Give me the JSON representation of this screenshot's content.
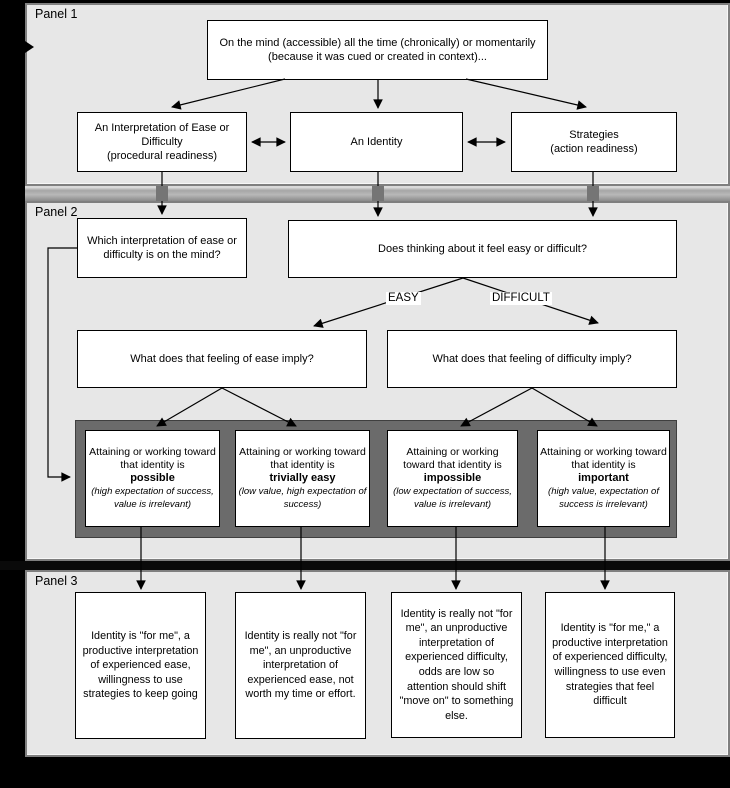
{
  "panel1": {
    "label": "Panel 1",
    "on_mind_box": "On the mind (accessible) all the time (chronically) or momentarily (because it was cued or created in context)...",
    "interpretation_box": "An Interpretation of Ease or Difficulty\n(procedural readiness)",
    "identity_box": "An Identity",
    "strategies_box": "Strategies\n(action readiness)"
  },
  "panel2": {
    "label": "Panel 2",
    "which_interpretation_box": "Which interpretation of ease or difficulty is on the mind?",
    "easy_or_difficult_box": "Does thinking about it feel easy or difficult?",
    "easy_branch_label": "EASY",
    "difficult_branch_label": "DIFFICULT",
    "ease_imply_box": "What does that feeling of ease imply?",
    "difficulty_imply_box": "What does that feeling of difficulty imply?",
    "outcomes": [
      {
        "prefix": "Attaining or working toward that identity is",
        "keyword": "possible",
        "note": "(high expectation of success, value is irrelevant)"
      },
      {
        "prefix": "Attaining or working toward that identity is",
        "keyword": "trivially easy",
        "note": "(low value, high expectation of success)"
      },
      {
        "prefix": "Attaining or working toward that identity is",
        "keyword": "impossible",
        "note": "(low expectation of success, value is irrelevant)"
      },
      {
        "prefix": "Attaining or working toward that identity is",
        "keyword": "important",
        "note": "(high value, expectation of success is irrelevant)"
      }
    ]
  },
  "panel3": {
    "label": "Panel 3",
    "conclusions": [
      "Identity is \"for me\", a productive interpretation of experienced ease, willingness to use strategies to keep going",
      "Identity is really not \"for me\", an unproductive interpretation of experienced ease, not worth my time or effort.",
      "Identity is really not \"for me\", an unproductive interpretation of experienced difficulty, odds are low so attention should shift \"move on\" to something else.",
      "Identity is \"for me,\" a productive interpretation of experienced difficulty, willingness to use even strategies that feel difficult"
    ]
  },
  "colors": {
    "panel_background": "#e7e7e7",
    "outcome_band_background": "#6b6b6b",
    "divider_gray": "#a6a6a6",
    "divider_black": "#0a0a0a",
    "box_border": "#000000"
  }
}
